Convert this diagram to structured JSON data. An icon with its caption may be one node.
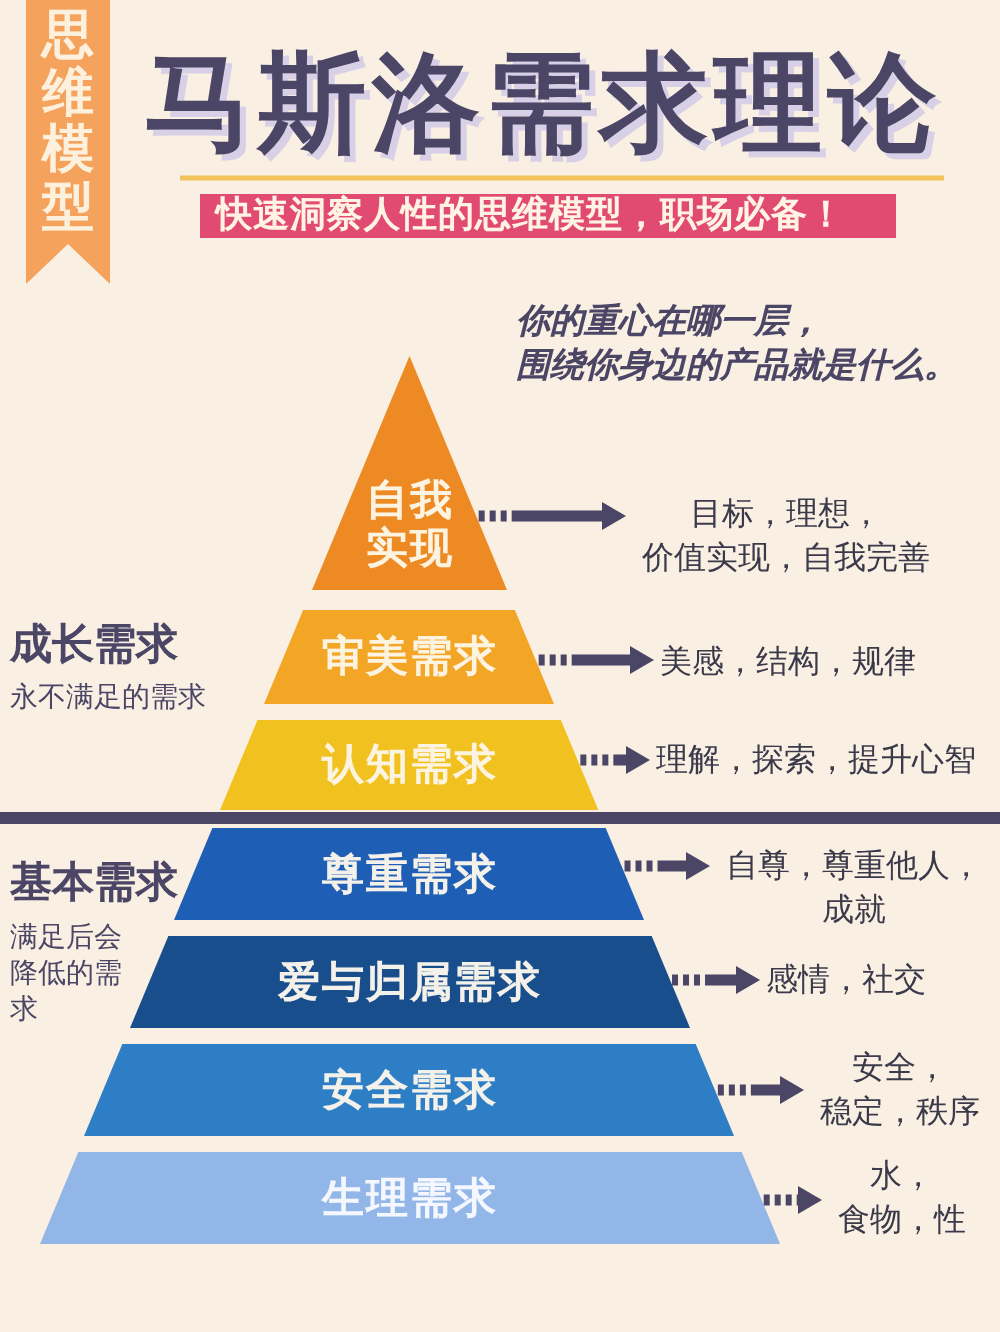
{
  "diagram": {
    "title": "马斯洛需求理论",
    "nodes": [
      {
        "text": [
          "思维模型"
        ]
      },
      {
        "text": [
          "快速洞察人性的思维模型，职场必备！"
        ]
      },
      {
        "text": [
          "自我实现"
        ]
      },
      {
        "text": [
          "审美需求"
        ]
      },
      {
        "text": [
          "认知需求"
        ]
      },
      {
        "text": [
          "尊重需求"
        ]
      },
      {
        "text": [
          "爱与归属需求"
        ]
      },
      {
        "text": [
          "安全需求"
        ]
      },
      {
        "text": [
          "生理需求"
        ]
      },
      {
        "text": [
          "目标，理想，价值实现，自我完善"
        ]
      },
      {
        "text": [
          "美感，结构，规律"
        ]
      },
      {
        "text": [
          "理解，探索，提升心智"
        ]
      },
      {
        "text": [
          "自尊，尊重他人，成就"
        ]
      },
      {
        "text": [
          "感情，社交"
        ]
      },
      {
        "text": [
          "安全，稳定，秩序"
        ]
      },
      {
        "text": [
          "水，食物，性"
        ]
      }
    ],
    "edges": [
      {
        "from": 2,
        "to": 9,
        "arrow": "to"
      },
      {
        "from": 3,
        "to": 10,
        "arrow": "to"
      },
      {
        "from": 4,
        "to": 11,
        "arrow": "to"
      },
      {
        "from": 5,
        "to": 12,
        "arrow": "to"
      },
      {
        "from": 6,
        "to": 13,
        "arrow": "to"
      },
      {
        "from": 7,
        "to": 14,
        "arrow": "to"
      },
      {
        "from": 8,
        "to": 15,
        "arrow": "to"
      }
    ],
    "labels": [
      "你的重心在哪一层，围绕你身边的产品就是什么。",
      "成长需求",
      "永不满足的需求",
      "基本需求",
      "满足后会降低的需求"
    ]
  }
}
